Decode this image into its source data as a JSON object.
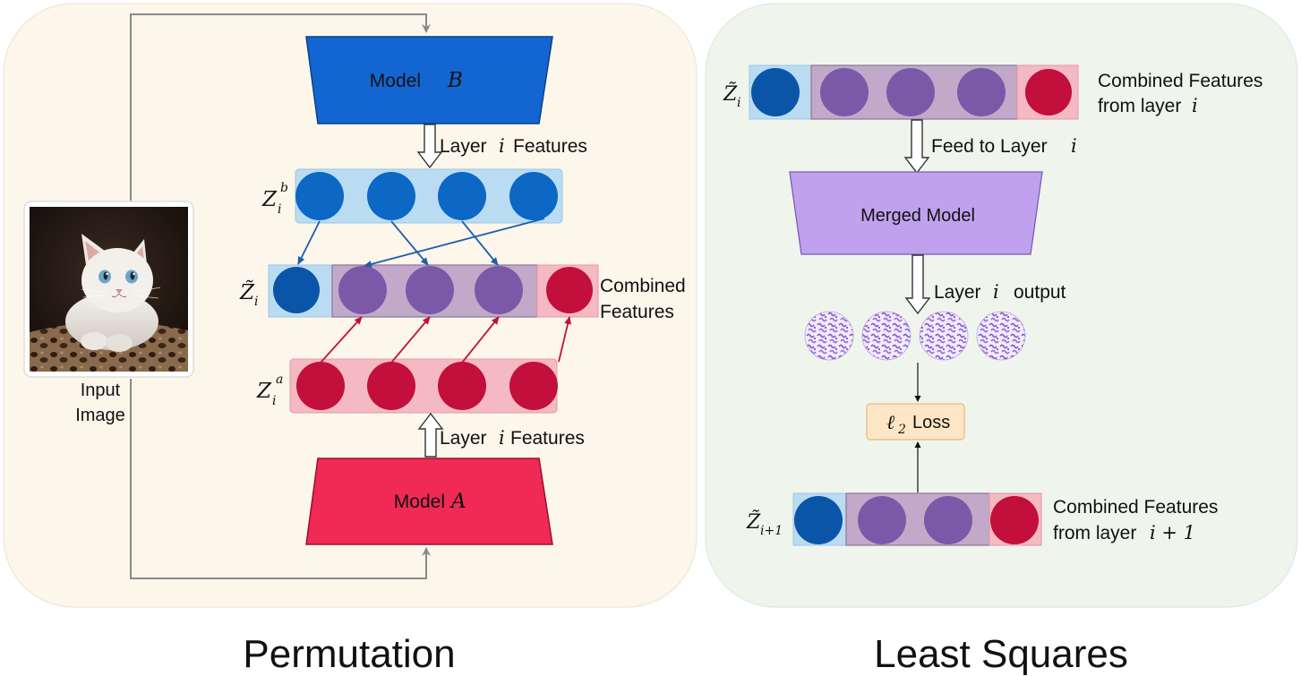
{
  "left_panel": {
    "caption": "Permutation",
    "model_b_label": "Model",
    "model_b_var": "B",
    "model_a_label": "Model",
    "model_a_var": "A",
    "top_arrow_label": "Layer",
    "top_arrow_var": "i",
    "top_arrow_suffix": "Features",
    "bottom_arrow_label": "Layer",
    "bottom_arrow_var": "i",
    "bottom_arrow_suffix": "Features",
    "zb_label": "Z",
    "zb_sub": "i",
    "zb_sup": "b",
    "zt_label": "Z̃",
    "zt_sub": "i",
    "za_label": "Z",
    "za_sub": "i",
    "za_sup": "a",
    "combined_line1": "Combined",
    "combined_line2": "Features",
    "input_line1": "Input",
    "input_line2": "Image"
  },
  "right_panel": {
    "caption": "Least Squares",
    "top_z_label": "Z̃",
    "top_z_sub": "i",
    "top_desc_line1": "Combined  Features",
    "top_desc_line2": "from layer",
    "top_desc_var": "i",
    "feed_label": "Feed to Layer",
    "feed_var": "i",
    "merged_model_label": "Merged Model",
    "output_label": "Layer",
    "output_var": "i",
    "output_suffix": "output",
    "loss_symbol": "ℓ",
    "loss_sub": "2",
    "loss_label": "Loss",
    "bottom_z_label": "Z̃",
    "bottom_z_sub": "i+1",
    "bottom_desc_line1": "Combined  Features",
    "bottom_desc_line2": "from layer",
    "bottom_desc_var": "i + 1"
  },
  "colors": {
    "left_bg": "#fdf6ea",
    "right_bg": "#eff5ec",
    "model_b": "#1366d1",
    "model_a": "#f02a55",
    "merged_model": "#c0a1ee",
    "blue_circle": "#0c67c5",
    "dark_blue_circle": "#0b55a8",
    "purple_circle": "#7a5aa8",
    "red_circle": "#c20f3b",
    "loss_box": "#fde6c6"
  }
}
